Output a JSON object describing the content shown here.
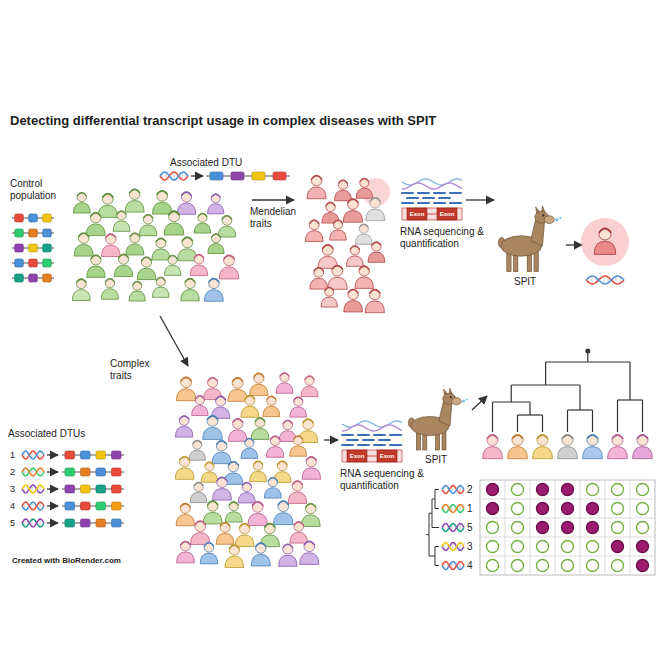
{
  "diagram": {
    "title": "Detecting differential transcript usage in complex diseases with SPIT",
    "labels": [
      "Control population",
      "Associated DTU",
      "Mendelian traits",
      "Exon",
      "Exon",
      "RNA sequencing & quantification",
      "SPIT",
      "Complex traits",
      "Associated DTUs",
      "1",
      "2",
      "3",
      "4",
      "5",
      "Exon",
      "Exon",
      "RNA sequencing & quantification",
      "SPIT",
      "2",
      "1",
      "5",
      "3",
      "4",
      "Created with BioRender.com"
    ]
  }
}
